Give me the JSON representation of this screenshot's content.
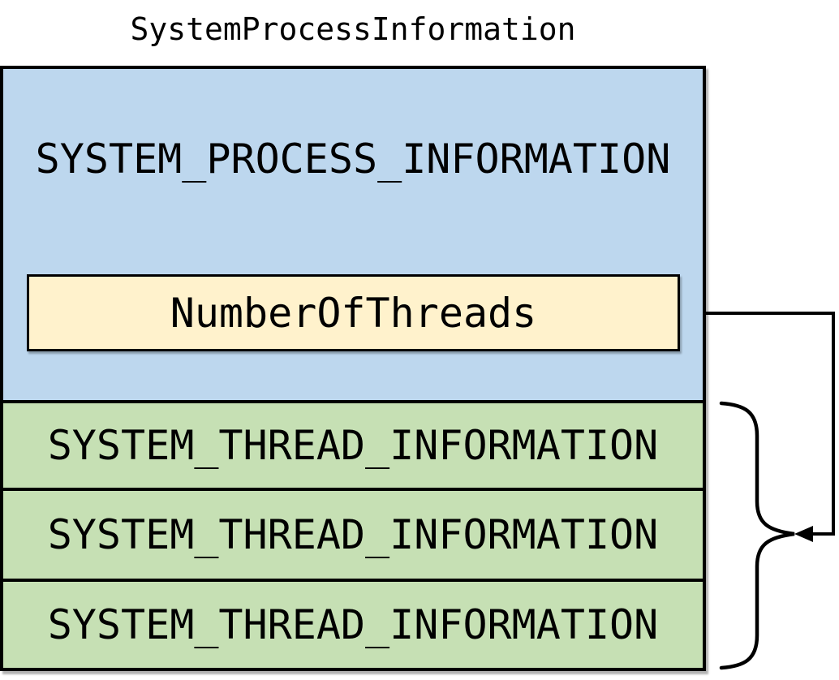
{
  "title": "SystemProcessInformation",
  "struct": {
    "process": {
      "label": "SYSTEM_PROCESS_INFORMATION"
    },
    "field": {
      "label": "NumberOfThreads"
    },
    "threads": [
      {
        "label": "SYSTEM_THREAD_INFORMATION"
      },
      {
        "label": "SYSTEM_THREAD_INFORMATION"
      },
      {
        "label": "SYSTEM_THREAD_INFORMATION"
      }
    ]
  },
  "icons": {
    "connector": "elbow-arrow-left",
    "brace": "right-curly-brace"
  },
  "colors": {
    "process_fill": "#BDD7EE",
    "field_fill": "#FFF2CC",
    "thread_fill": "#C6E0B4",
    "border": "#000000",
    "text": "#000000"
  }
}
